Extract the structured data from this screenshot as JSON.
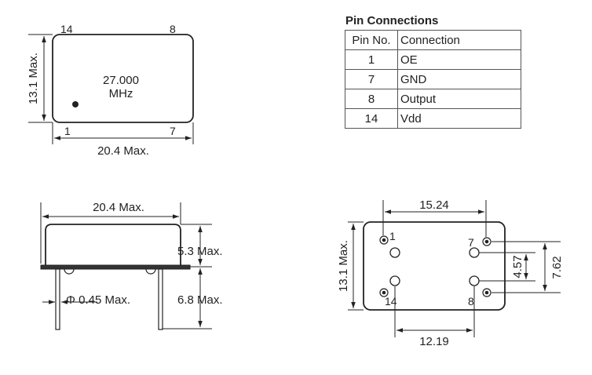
{
  "pin_table": {
    "title": "Pin Connections",
    "headers": [
      "Pin No.",
      "Connection"
    ],
    "rows": [
      {
        "no": "1",
        "connection": "OE"
      },
      {
        "no": "7",
        "connection": "GND"
      },
      {
        "no": "8",
        "connection": "Output"
      },
      {
        "no": "14",
        "connection": "Vdd"
      }
    ]
  },
  "top_view": {
    "pin_14": "14",
    "pin_8": "8",
    "pin_1": "1",
    "pin_7": "7",
    "freq_value": "27.000",
    "freq_unit": "MHz",
    "height_label": "13.1 Max.",
    "width_label": "20.4 Max."
  },
  "side_view": {
    "width_label": "20.4 Max.",
    "body_height_label": "5.3 Max.",
    "lead_length_label": "6.8 Max.",
    "lead_diameter_label": "Φ 0.45 Max."
  },
  "bottom_view": {
    "pin_1": "1",
    "pin_7": "7",
    "pin_14": "14",
    "pin_8": "8",
    "pitch_label": "15.24",
    "height_label": "13.1 Max.",
    "spacing_small_label": "4.57",
    "spacing_large_label": "7.62",
    "pitch_bottom_label": "12.19"
  },
  "colors": {
    "line": "#222222"
  }
}
